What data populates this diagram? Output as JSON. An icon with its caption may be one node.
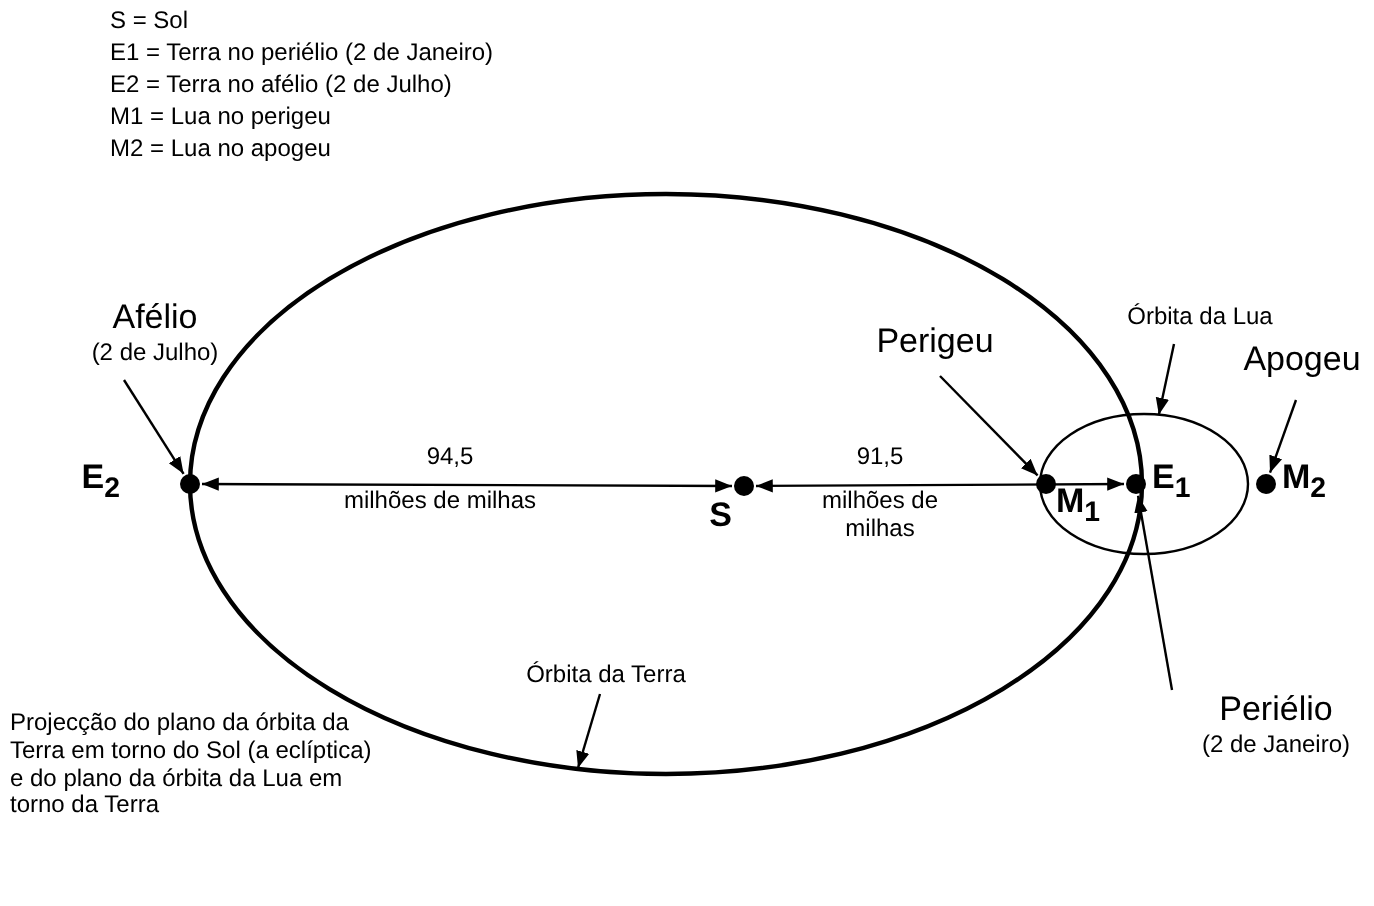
{
  "diagram": {
    "nodes": [
      {
        "text": [
          "E$_{2}$"
        ]
      },
      {
        "text": [
          "S"
        ]
      },
      {
        "text": [],
        "shape": "ellipse"
      },
      {
        "text": [
          "M$_{1}$"
        ],
        "in": 2
      },
      {
        "text": [
          "E$_{1}$"
        ],
        "in": 2
      },
      {
        "text": [
          "M$_{2}$"
        ]
      },
      {
        "text": [
          "Afélio",
          "(2 de Julho)"
        ]
      },
      {
        "text": [
          "Perigeu"
        ]
      },
      {
        "text": [
          "Órbita da Lua"
        ]
      },
      {
        "text": [
          "Apogeu"
        ]
      },
      {
        "text": [
          "Periélio",
          "(2 de Janeiro)"
        ]
      },
      {
        "text": [
          "Órbita da Terra"
        ]
      }
    ],
    "edges": [
      {
        "from": 6,
        "to": 0,
        "arrow": "to"
      },
      {
        "from": 7,
        "to": 3,
        "arrow": "to"
      },
      {
        "from": 8,
        "to": 2,
        "arrow": "to"
      },
      {
        "from": 9,
        "to": 5,
        "arrow": "to"
      },
      {
        "from": 10,
        "to": 4,
        "arrow": "to"
      },
      {
        "from": 11,
        "to": null,
        "arrow": "to"
      },
      {
        "from": 0,
        "to": 1,
        "arrow": "both"
      },
      {
        "from": 1,
        "to": 4,
        "arrow": "both"
      }
    ],
    "labels": [
      "S = Sol",
      "E1 = Terra no periélio (2 de Janeiro)",
      "E2 = Terra no afélio (2 de Julho)",
      "M1 = Lua no perigeu",
      "M2 = Lua no apogeu",
      "94,5",
      "milhões de milhas",
      "91,5",
      "milhões de milhas",
      "Projecção do plano da órbita da Terra em torno do Sol (a eclíptica) e do plano da órbita da Lua em torno da Terra"
    ]
  }
}
